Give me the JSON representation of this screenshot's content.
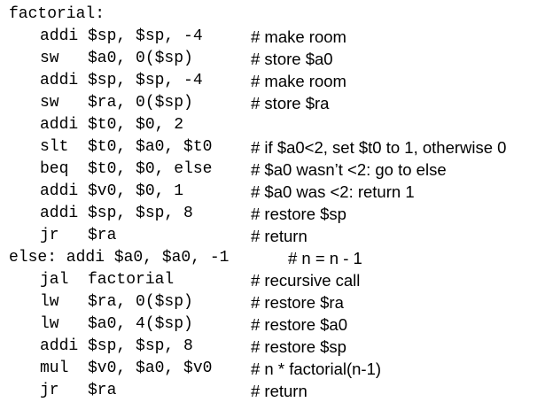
{
  "listing": {
    "lines": [
      {
        "kind": "label",
        "code": "factorial:",
        "comment": ""
      },
      {
        "kind": "instr",
        "code": "addi $sp, $sp, -4",
        "comment": "# make room"
      },
      {
        "kind": "instr",
        "code": "sw   $a0, 0($sp)",
        "comment": "# store $a0"
      },
      {
        "kind": "instr",
        "code": "addi $sp, $sp, -4",
        "comment": "# make room"
      },
      {
        "kind": "instr",
        "code": "sw   $ra, 0($sp)",
        "comment": "# store $ra"
      },
      {
        "kind": "instr",
        "code": "addi $t0, $0, 2",
        "comment": ""
      },
      {
        "kind": "instr",
        "code": "slt  $t0, $a0, $t0",
        "comment": "# if $a0<2, set $t0 to 1, otherwise 0"
      },
      {
        "kind": "instr",
        "code": "beq  $t0, $0, else",
        "comment": "# $a0 wasn’t <2: go to else"
      },
      {
        "kind": "instr",
        "code": "addi $v0, $0, 1",
        "comment": "# $a0 was <2: return 1"
      },
      {
        "kind": "instr",
        "code": "addi $sp, $sp, 8",
        "comment": "# restore $sp"
      },
      {
        "kind": "instr",
        "code": "jr   $ra",
        "comment": "# return"
      },
      {
        "kind": "label",
        "code": "else: addi $a0, $a0, -1",
        "comment": "# n = n - 1"
      },
      {
        "kind": "instr",
        "code": "jal  factorial",
        "comment": "# recursive call"
      },
      {
        "kind": "instr",
        "code": "lw   $ra, 0($sp)",
        "comment": "# restore $ra"
      },
      {
        "kind": "instr",
        "code": "lw   $a0, 4($sp)",
        "comment": "# restore $a0"
      },
      {
        "kind": "instr",
        "code": "addi $sp, $sp, 8",
        "comment": "# restore $sp"
      },
      {
        "kind": "instr",
        "code": "mul  $v0, $a0, $v0",
        "comment": "# n * factorial(n-1)"
      },
      {
        "kind": "instr",
        "code": "jr   $ra",
        "comment": "# return"
      }
    ]
  }
}
